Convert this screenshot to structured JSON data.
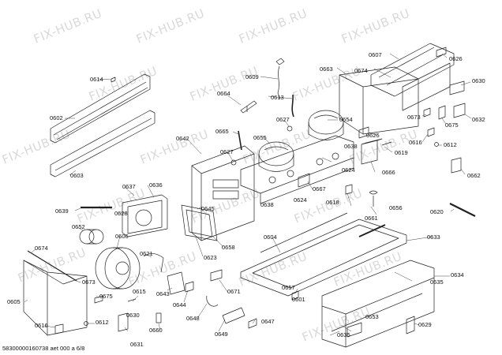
{
  "watermark": "FIX-HUB.RU",
  "footer_text": "58300000160738 aet 000 a 6/8",
  "part_labels": {
    "p0601": "0601",
    "p0602": "0602",
    "p0603": "0603",
    "p0604": "0604",
    "p0605": "0605",
    "p0606": "0606",
    "p0607": "0607",
    "p0609": "0609",
    "p0612": "0612",
    "p0613": "0613",
    "p0614": "0614",
    "p0615": "0615",
    "p0616": "0616",
    "p0618": "0618",
    "p0619": "0619",
    "p0620": "0620",
    "p0621": "0621",
    "p0623": "0623",
    "p0624": "0624",
    "p0625": "0625",
    "p0626": "0626",
    "p0627": "0627",
    "p0628": "0628",
    "p0629": "0629",
    "p0630": "0630",
    "p0631": "0631",
    "p0632": "0632",
    "p0633": "0633",
    "p0634": "0634",
    "p0635": "0635",
    "p0636": "0636",
    "p0637": "0637",
    "p0638": "0638",
    "p0639": "0639",
    "p0642": "0642",
    "p0643": "0643",
    "p0644": "0644",
    "p0645": "0645",
    "p0647": "0647",
    "p0648": "0648",
    "p0649": "0649",
    "p0652": "0652",
    "p0653": "0653",
    "p0654": "0654",
    "p0655": "0655",
    "p0656": "0656",
    "p0657": "0657",
    "p0658": "0658",
    "p0660": "0660",
    "p0661": "0661",
    "p0662": "0662",
    "p0663": "0663",
    "p0664": "0664",
    "p0665": "0665",
    "p0666": "0666",
    "p0667": "0667",
    "p0671": "0671",
    "p0673": "0673",
    "p0674": "0674",
    "p0675": "0675"
  }
}
